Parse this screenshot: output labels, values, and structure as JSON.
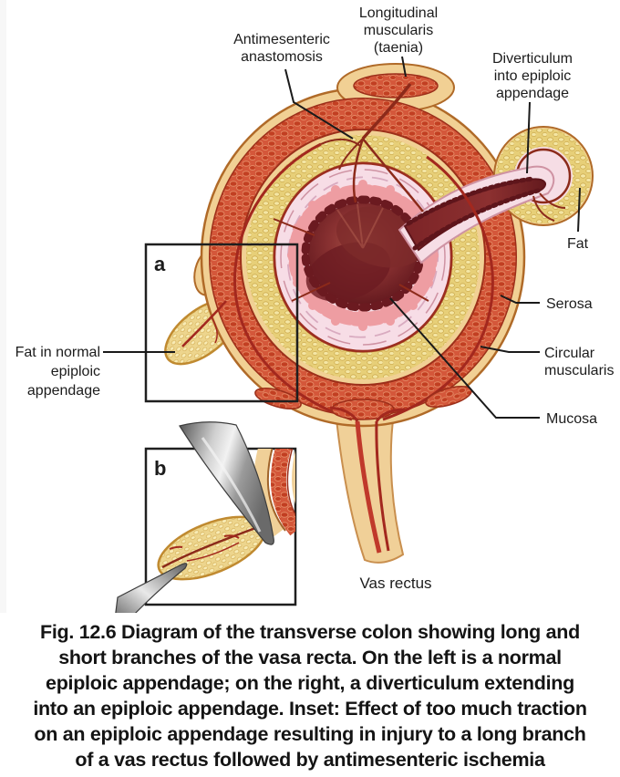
{
  "figure": {
    "title": "Transverse colon cross-section diagram",
    "labels": {
      "antimesenteric_anastomosis": {
        "line1": "Antimesenteric",
        "line2": "anastomosis"
      },
      "longitudinal_muscularis": {
        "line1": "Longitudinal",
        "line2": "muscularis",
        "line3": "(taenia)"
      },
      "diverticulum": {
        "line1": "Diverticulum",
        "line2": "into epiploic",
        "line3": "appendage"
      },
      "fat": "Fat",
      "serosa": "Serosa",
      "circular_muscularis": {
        "line1": "Circular",
        "line2": "muscularis"
      },
      "mucosa": "Mucosa",
      "fat_in_normal": {
        "line1": "Fat in normal",
        "line2": "epiploic",
        "line3": "appendage"
      },
      "vas_rectus": "Vas rectus",
      "inset_a": "a",
      "inset_b": "b"
    },
    "colors": {
      "background": "#ffffff",
      "serosa_tan": "#f1d094",
      "muscularis_red": "#d4573a",
      "muscularis_cell": "#c23f22",
      "fat_yellow": "#e7cf78",
      "fat_speckle": "#f4e6a4",
      "mucosa_pink": "#f7dde6",
      "villi_salmon": "#ee9da2",
      "lumen_dark": "#611820",
      "vessel_red": "#a3281e",
      "outline_brown": "#b06a28",
      "label_text": "#1c1c1c",
      "instrument_gray": "#8f8f8f"
    }
  },
  "caption": {
    "lines": [
      "Fig. 12.6 Diagram of the transverse colon showing long and",
      "short branches of the vasa recta. On the left is a normal",
      "epiploic appendage; on the right, a diverticulum extending",
      "into an epiploic appendage. Inset: Effect of too much traction",
      "on an epiploic appendage resulting in injury to a long branch",
      "of a vas rectus followed by antimesenteric ischemia"
    ]
  }
}
